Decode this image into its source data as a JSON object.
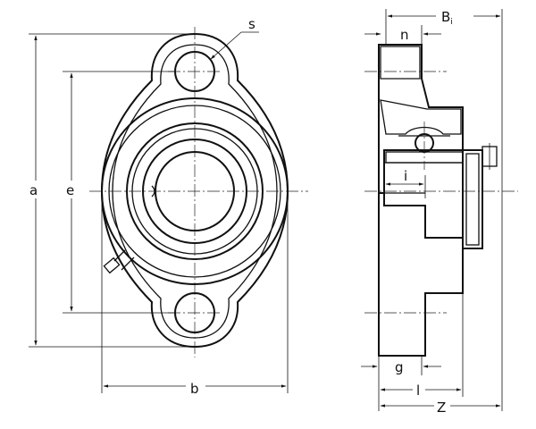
{
  "labels": {
    "a": "a",
    "e": "e",
    "s": "s",
    "b": "b",
    "n": "n",
    "B_main": "B",
    "B_sub": "i",
    "i": "i",
    "g": "g",
    "l": "l",
    "Z": "Z"
  }
}
